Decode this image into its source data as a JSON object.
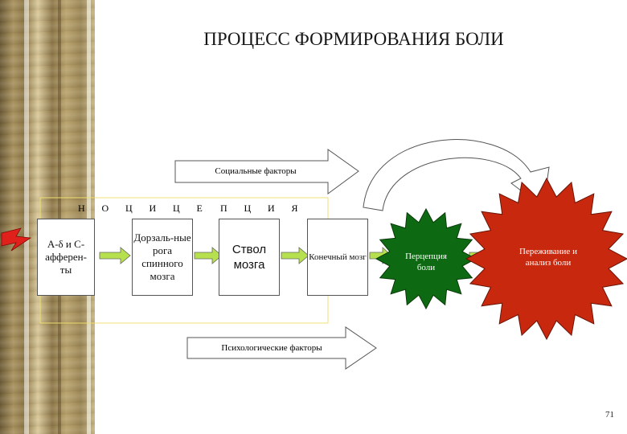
{
  "title": "ПРОЦЕСС ФОРМИРОВАНИЯ БОЛИ",
  "social_factors": "Социальные факторы",
  "psych_factors": "Психологические факторы",
  "nociception_letters": [
    "Н",
    "О",
    "Ц",
    "И",
    "Ц",
    "Е",
    "П",
    "Ц",
    "И",
    "Я"
  ],
  "afferents": "А-δ и С-афферен-ты",
  "dorsal_horns": "Дорзаль-ные рога спинного мозга",
  "brainstem": "Ствол мозга",
  "forebrain": "Конечный мозг",
  "perception": "Перцепция боли",
  "experience": "Переживание и анализ боли",
  "page_number": "71",
  "colors": {
    "perception_fill": "#0e6a12",
    "experience_fill": "#c8280e",
    "stimulus": "#e0201a",
    "arrow_fill": "#b6e04e"
  }
}
